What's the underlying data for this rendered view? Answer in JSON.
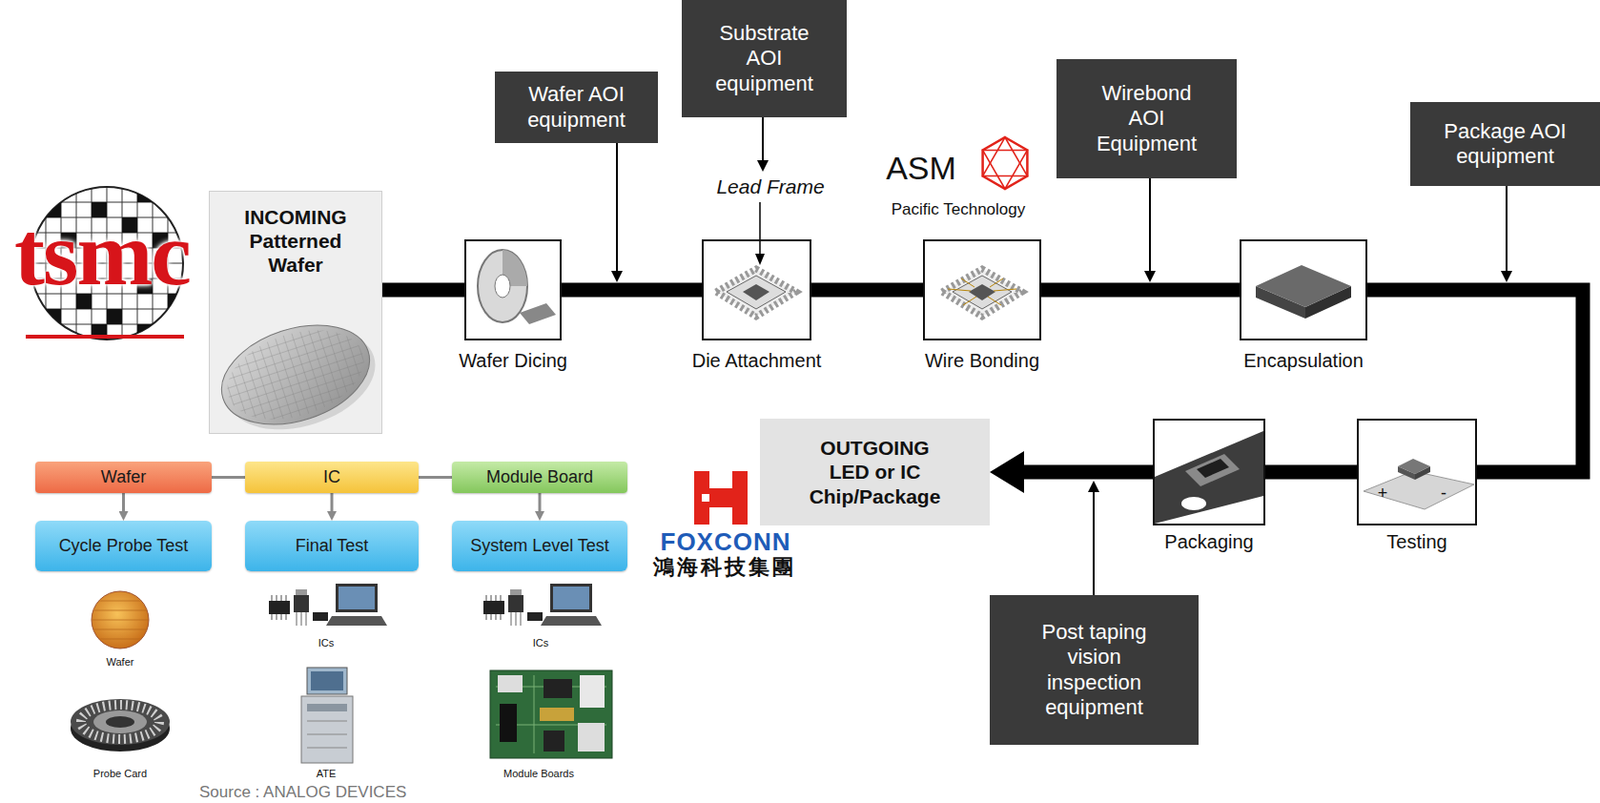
{
  "diagram": {
    "nodes": [
      {
        "text": [
          "INCOMING Patterned Wafer"
        ]
      },
      {
        "text": [
          "Wafer AOI equipment"
        ]
      },
      {
        "text": [
          "Substrate AOI equipment"
        ]
      },
      {
        "text": [
          "Wirebond AOI Equipment"
        ]
      },
      {
        "text": [
          "Package AOI equipment"
        ]
      },
      {
        "text": [
          "Wafer Dicing"
        ]
      },
      {
        "text": [
          "Die Attachment"
        ]
      },
      {
        "text": [
          "Wire Bonding"
        ]
      },
      {
        "text": [
          "Encapsulation"
        ]
      },
      {
        "text": [
          "Testing"
        ]
      },
      {
        "text": [
          "Packaging"
        ]
      },
      {
        "text": [
          "OUTGOING LED or IC Chip/Package"
        ]
      },
      {
        "text": [
          "Post taping vision inspection equipment"
        ]
      },
      {
        "text": [
          "Wafer"
        ]
      },
      {
        "text": [
          "IC"
        ]
      },
      {
        "text": [
          "Module Board"
        ]
      },
      {
        "text": [
          "Cycle Probe Test"
        ]
      },
      {
        "text": [
          "Final Test"
        ]
      },
      {
        "text": [
          "System Level Test"
        ]
      }
    ],
    "edges": [
      {
        "from": 0,
        "to": 5,
        "arrow": "none"
      },
      {
        "from": 5,
        "to": 6,
        "arrow": "none"
      },
      {
        "from": 6,
        "to": 7,
        "arrow": "none"
      },
      {
        "from": 7,
        "to": 8,
        "arrow": "none"
      },
      {
        "from": 8,
        "to": 9,
        "arrow": "none"
      },
      {
        "from": 9,
        "to": 10,
        "arrow": "none"
      },
      {
        "from": 10,
        "to": 11,
        "arrow": "to"
      },
      {
        "from": 13,
        "to": 14,
        "arrow": "none"
      },
      {
        "from": 14,
        "to": 15,
        "arrow": "none"
      },
      {
        "from": 13,
        "to": 16,
        "arrow": "to"
      },
      {
        "from": 14,
        "to": 17,
        "arrow": "to"
      },
      {
        "from": 15,
        "to": 18,
        "arrow": "to"
      }
    ],
    "labels": [
      "tsmc",
      "Lead Frame",
      "ASM",
      "Pacific Technology",
      "+",
      "-",
      "FOXCONN",
      "鴻海科技集團",
      "Wafer",
      "Probe Card",
      "ICs",
      "ATE",
      "ICs",
      "Module Boards",
      "Source : ANALOG DEVICES"
    ]
  }
}
